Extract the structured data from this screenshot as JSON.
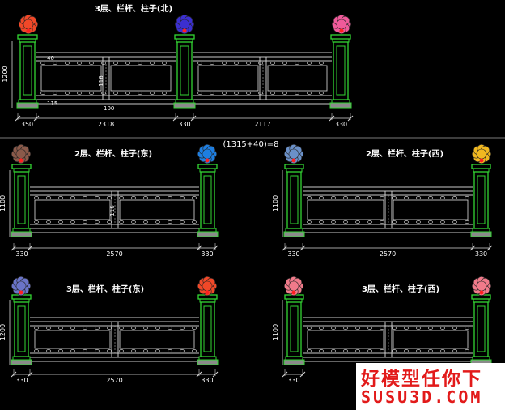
{
  "colors": {
    "frame": "#c9c9c9",
    "post": "#33d633",
    "dim": "#d8d8d8",
    "text": "#ffffff",
    "flower_red": "#ff3b2a",
    "center_red": "#ff2020",
    "base_gray": "#8a8a8a"
  },
  "note": "(1315+40)=8",
  "panels": [
    {
      "key": "p1",
      "title": "3层、栏杆、柱子(北)",
      "height_label": "1200",
      "dims": [
        "350",
        "2318",
        "330",
        "2117",
        "330"
      ],
      "extra_labels": [
        "116",
        "100",
        "40",
        "115"
      ],
      "flowers": [
        {
          "icon": "flower-ornament-icon",
          "color": "#f04828"
        },
        {
          "icon": "flower-ornament-icon",
          "color": "#3b2fd0"
        },
        {
          "icon": "flower-ornament-icon",
          "color": "#f05a9a"
        }
      ]
    },
    {
      "key": "p2",
      "title": "2层、栏杆、柱子(东)",
      "height_label": "1100",
      "dims": [
        "330",
        "2570",
        "330"
      ],
      "extra_labels": [
        "116"
      ],
      "flowers": [
        {
          "icon": "flower-ornament-icon",
          "color": "#8a5a4a"
        },
        {
          "icon": "flower-ornament-icon",
          "color": "#1e7ee0"
        }
      ]
    },
    {
      "key": "p3",
      "title": "2层、栏杆、柱子(西)",
      "height_label": "1100",
      "dims": [
        "330",
        "2570",
        "330"
      ],
      "extra_labels": [],
      "flowers": [
        {
          "icon": "flower-ornament-icon",
          "color": "#6a90c8"
        },
        {
          "icon": "flower-ornament-icon",
          "color": "#f0b820"
        }
      ]
    },
    {
      "key": "p4",
      "title": "3层、栏杆、柱子(东)",
      "height_label": "1200",
      "dims": [
        "330",
        "2570",
        "330"
      ],
      "extra_labels": [],
      "flowers": [
        {
          "icon": "flower-ornament-icon",
          "color": "#6a74c8"
        },
        {
          "icon": "flower-ornament-icon",
          "color": "#f04828"
        }
      ]
    },
    {
      "key": "p5",
      "title": "3层、栏杆、柱子(西)",
      "height_label": "1100",
      "dims": [
        "330"
      ],
      "extra_labels": [],
      "flowers": [
        {
          "icon": "flower-ornament-icon",
          "color": "#f07a8a"
        },
        {
          "icon": "flower-ornament-icon",
          "color": "#f07a8a"
        }
      ]
    }
  ],
  "watermark": {
    "cn": "好模型任你下",
    "en": "SUSU3D.COM"
  }
}
